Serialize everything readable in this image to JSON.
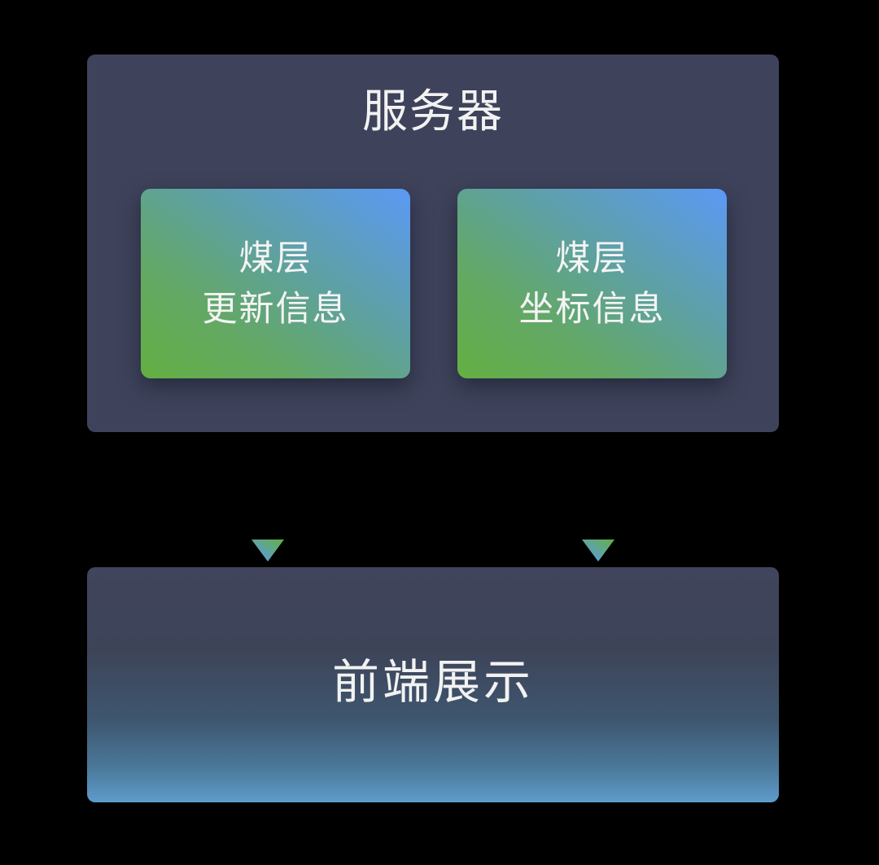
{
  "diagram": {
    "server": {
      "title": "服务器",
      "color": "#3e435b",
      "cards": [
        {
          "line1": "煤层",
          "line2": "更新信息"
        },
        {
          "line1": "煤层",
          "line2": "坐标信息"
        }
      ],
      "card_gradient": {
        "from": "#5b99f5",
        "to": "#63b042"
      }
    },
    "frontend": {
      "title": "前端展示",
      "gradient": {
        "top": "#40445c",
        "bottom": "#5d9ccb"
      }
    },
    "connections": [
      {
        "from": "煤层更新信息",
        "to": "前端展示",
        "style": "dotted-arrow"
      },
      {
        "from": "煤层坐标信息",
        "to": "前端展示",
        "style": "dotted-arrow"
      }
    ],
    "background": "#000000"
  }
}
